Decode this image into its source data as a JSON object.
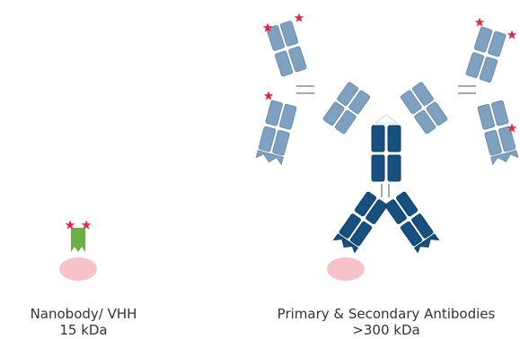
{
  "colors": {
    "light_blue": "#7fa1c0",
    "light_blue_dark": "#6b8db0",
    "dark_blue": "#174f7f",
    "dark_blue_dark": "#0e3f6c",
    "green": "#6aae45",
    "pink": "#f7c3c8",
    "star": "#e8253f",
    "hinge": "#8c8c8c"
  },
  "nanobody": {
    "name_label": "Nanobody/ VHH",
    "size_label": "15 kDa",
    "icon": "nanobody-icon"
  },
  "antibodies": {
    "name_label": "Primary & Secondary Antibodies",
    "size_label": ">300 kDa",
    "icon": "antibody-complex-icon"
  }
}
